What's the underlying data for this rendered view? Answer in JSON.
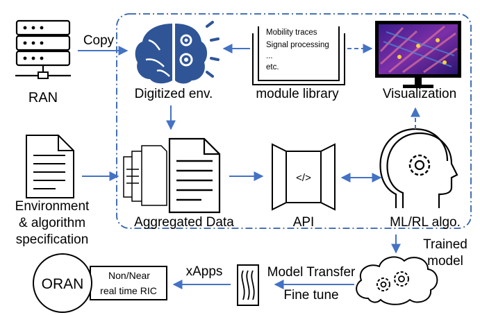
{
  "nodes": {
    "ran": "RAN",
    "copy": "Copy",
    "digitized_env": "Digitized env.",
    "module_library": "module library",
    "module_items": [
      "Mobility traces",
      "Signal processing",
      "...",
      "etc."
    ],
    "visualization": "Visualization",
    "environment_lines": [
      "Environment",
      "& algorithm",
      "specification"
    ],
    "aggregated_data": "Aggregated Data",
    "api": "API",
    "api_symbol": "</>",
    "ml_rl": "ML/RL algo.",
    "trained_model_lines": [
      "Trained",
      "model"
    ],
    "model_transfer": "Model Transfer",
    "fine_tune": "Fine tune",
    "xapps": "xApps",
    "oran": "ORAN",
    "ric_lines": [
      "Non/Near",
      "real time RIC"
    ]
  },
  "colors": {
    "arrow": "#4472c4",
    "brain": "#2f5597",
    "dashed_border": "#2e5fa8",
    "stroke": "#000000"
  }
}
